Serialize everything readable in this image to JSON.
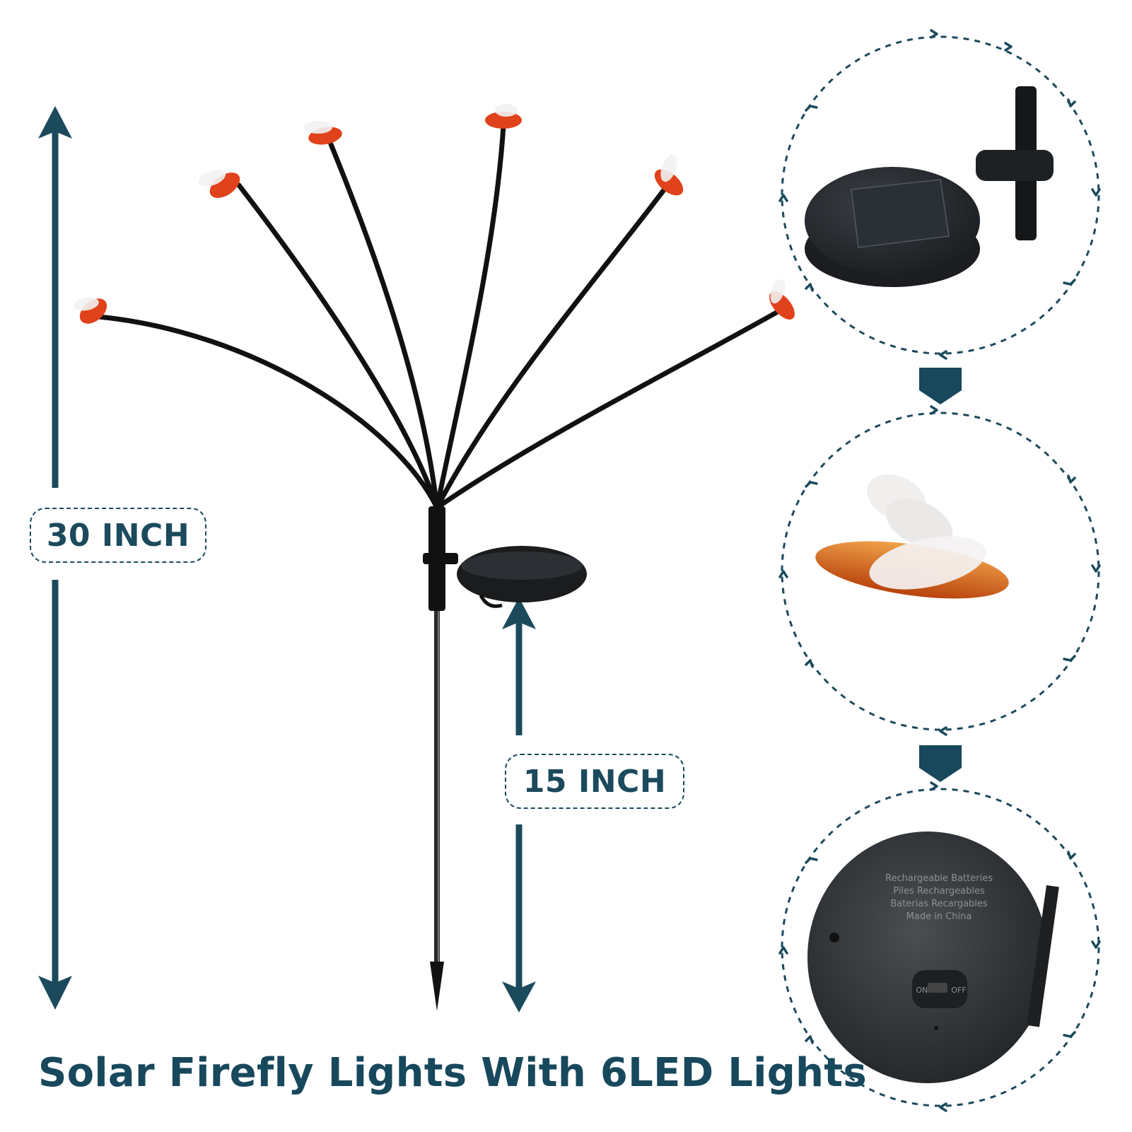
{
  "measurements": {
    "total_height_label": "30 INCH",
    "stake_height_label": "15 INCH"
  },
  "caption": "Solar Firefly Lights With 6LED Lights",
  "battery_labels": {
    "line1": "Rechargeable Batteries",
    "line2": "Piles Rechargeables",
    "line3": "Baterias Recargables",
    "line4": "Made in China"
  },
  "switch_labels": {
    "on": "ON",
    "off": "OFF"
  },
  "led_count": 6,
  "colors": {
    "accent": "#1b4a5c",
    "firefly_body": "#e0421b",
    "stem": "#111111"
  },
  "icons": [
    "double-arrow-vertical-icon",
    "chevron-down-icon",
    "dashed-circle-frame"
  ]
}
